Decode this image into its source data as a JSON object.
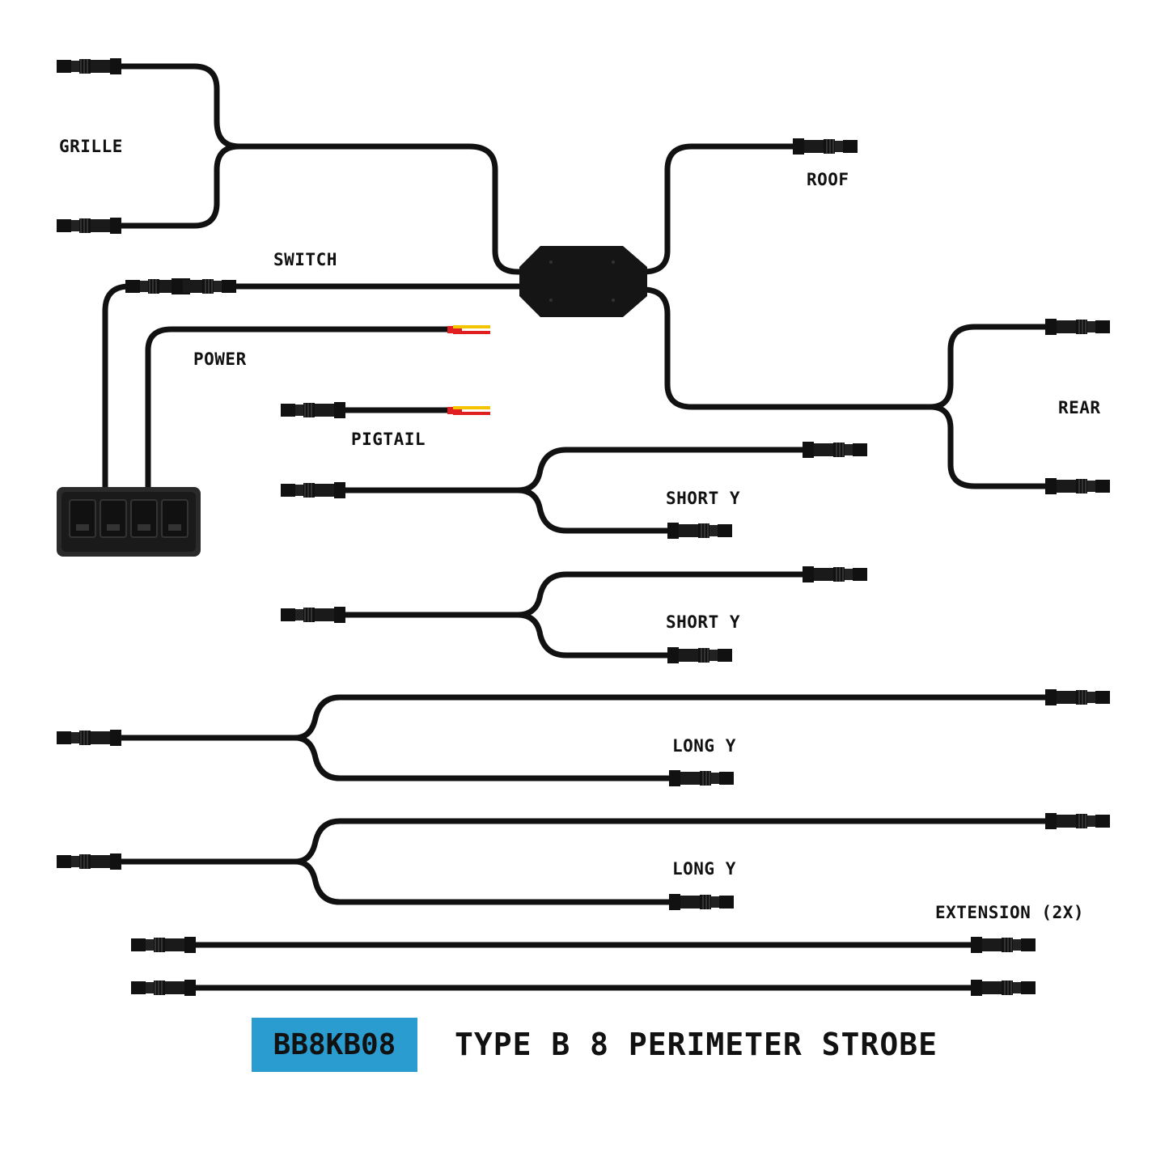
{
  "labels": {
    "grille": "GRILLE",
    "roof": "ROOF",
    "switch": "SWITCH",
    "power": "POWER",
    "pigtail": "PIGTAIL",
    "rear": "REAR",
    "short_y_1": "SHORT Y",
    "short_y_2": "SHORT Y",
    "long_y_1": "LONG Y",
    "long_y_2": "LONG Y",
    "extension": "EXTENSION (2X)"
  },
  "footer": {
    "product_code": "BB8KB08",
    "product_title": "TYPE B 8 PERIMETER STROBE"
  },
  "colors": {
    "cable": "#111111",
    "accent": "#2b9ccf",
    "wire_red": "#e02020",
    "wire_yellow": "#f5c400"
  },
  "icons": [
    "connector-icon",
    "junction-box-icon",
    "switch-panel-icon",
    "bare-wire-icon"
  ]
}
